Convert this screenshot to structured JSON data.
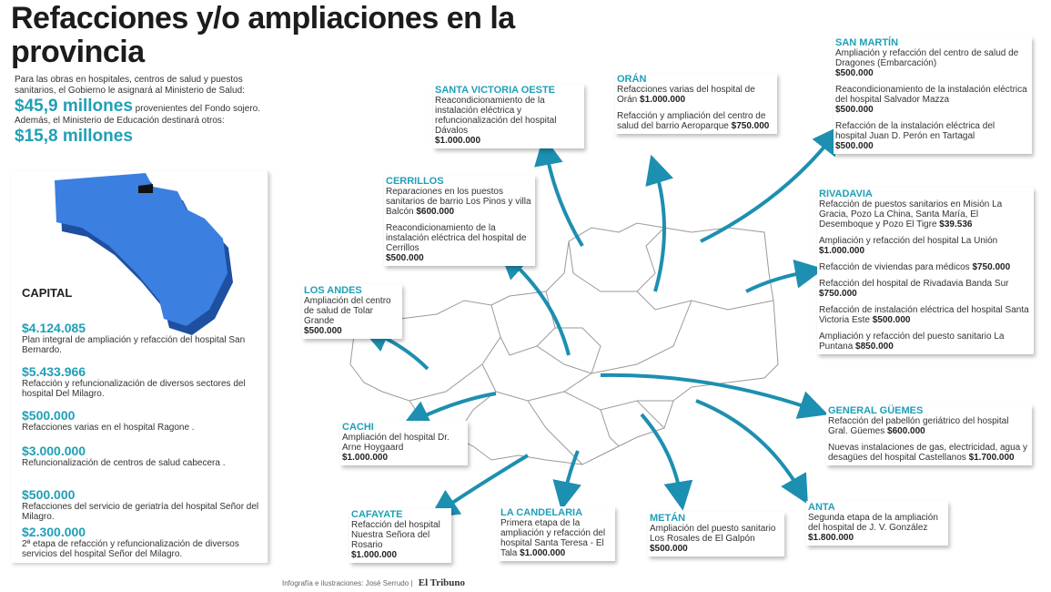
{
  "title": "Refacciones y/o ampliaciones en la provincia",
  "intro": {
    "text1": "Para las obras en hospitales, centros de salud y puestos sanitarios, el Gobierno le asignará al Ministerio de Salud:",
    "amount1": "$45,9 millones",
    "text2": " provenientes del Fondo sojero. Además, el Ministerio de Educación destinará otros:",
    "amount2": "$15,8 millones"
  },
  "capital": {
    "title": "CAPITAL",
    "items": [
      {
        "amount": "$4.124.085",
        "text": "Plan integral de ampliación y refacción del hospital San Bernardo."
      },
      {
        "amount": "$5.433.966",
        "text": "Refacción y refuncionalización de diversos sectores del hospital Del Milagro."
      },
      {
        "amount": "$500.000",
        "text": "Refacciones varias en el hospital Ragone ."
      },
      {
        "amount": "$3.000.000",
        "text": "Refuncionalización de centros de salud cabecera ."
      },
      {
        "amount": "$500.000",
        "text": "Refacciones del servicio de geriatría del hospital Señor del Milagro."
      },
      {
        "amount": "$2.300.000",
        "text": "2ª etapa de refacción y refuncionalización de diversos servicios del hospital Señor del Milagro."
      }
    ]
  },
  "boxes": {
    "santa_victoria": {
      "title": "SANTA VICTORIA OESTE",
      "text": "Reacondicionamiento de la instalación eléctrica y refuncionalización del hospital Dávalos",
      "amount": "$1.000.000"
    },
    "oran": {
      "title": "ORÁN",
      "text1": "Refacciones varias del hospital de Orán",
      "amount1": "$1.000.000",
      "text2": "Refacción y ampliación del centro de salud del barrio Aeroparque",
      "amount2": "$750.000"
    },
    "san_martin": {
      "title": "SAN MARTÍN",
      "text1": "Ampliación y refacción del centro de salud de Dragones (Embarcación)",
      "amount1": "$500.000",
      "text2": "Reacondicionamiento de la instalación eléctrica del hospital Salvador Mazza",
      "amount2": "$500.000",
      "text3": "Refacción de la instalación eléctrica del hospital Juan D. Perón en Tartagal",
      "amount3": "$500.000"
    },
    "cerrillos": {
      "title": "CERRILLOS",
      "text1": "Reparaciones en los puestos sanitarios de barrio Los Pinos y villa Balcón",
      "amount1": "$600.000",
      "text2": "Reacondicionamiento de la instalación eléctrica del hospital de Cerrillos",
      "amount2": "$500.000"
    },
    "rivadavia": {
      "title": "RIVADAVIA",
      "text1": "Refacción de puestos sanitarios en Misión La Gracia, Pozo La China, Santa María, El Desemboque y Pozo El Tigre",
      "amount1": "$39.536",
      "text2": "Ampliación y refacción del hospital La Unión",
      "amount2": "$1.000.000",
      "text3": "Refacción de viviendas para médicos",
      "amount3": "$750.000",
      "text4": "Refacción del hospital de Rivadavia Banda Sur",
      "amount4": "$750.000",
      "text5": "Refacción de instalación eléctrica del hospital Santa Victoria Este",
      "amount5": "$500.000",
      "text6": "Ampliación y refacción del puesto sanitario La Puntana",
      "amount6": "$850.000"
    },
    "los_andes": {
      "title": "LOS ANDES",
      "text": "Ampliación del centro de salud de Tolar Grande",
      "amount": "$500.000"
    },
    "cachi": {
      "title": "CACHI",
      "text": "Ampliación del hospital Dr. Arne Hoygaard",
      "amount": "$1.000.000"
    },
    "general_guemes": {
      "title": "GENERAL GÜEMES",
      "text1": "Refacción del pabellón geriátrico del hospital Gral. Güemes",
      "amount1": "$600.000",
      "text2": "Nuevas instalaciones de gas, electricidad, agua y desagües del hospital Castellanos",
      "amount2": "$1.700.000"
    },
    "cafayate": {
      "title": "CAFAYATE",
      "text": "Refacción del hospital Nuestra Señora del Rosario",
      "amount": "$1.000.000"
    },
    "la_candelaria": {
      "title": "LA CANDELARIA",
      "text": "Primera etapa de la ampliación y refacción del hospital Santa Teresa - El Tala",
      "amount": "$1.000.000"
    },
    "metan": {
      "title": "METÁN",
      "text": "Ampliación del puesto sanitario Los Rosales de El Galpón",
      "amount": "$500.000"
    },
    "anta": {
      "title": "ANTA",
      "text": "Segunda etapa de la ampliación del hospital de J. V. González",
      "amount": "$1.800.000"
    }
  },
  "footer": {
    "credit": "Infografía e ilustraciones: José Serrudo",
    "brand": "El Tribuno"
  },
  "colors": {
    "accent": "#1f9fb7",
    "map_fill": "#2f6fd0",
    "arrow": "#1d8fb0"
  }
}
